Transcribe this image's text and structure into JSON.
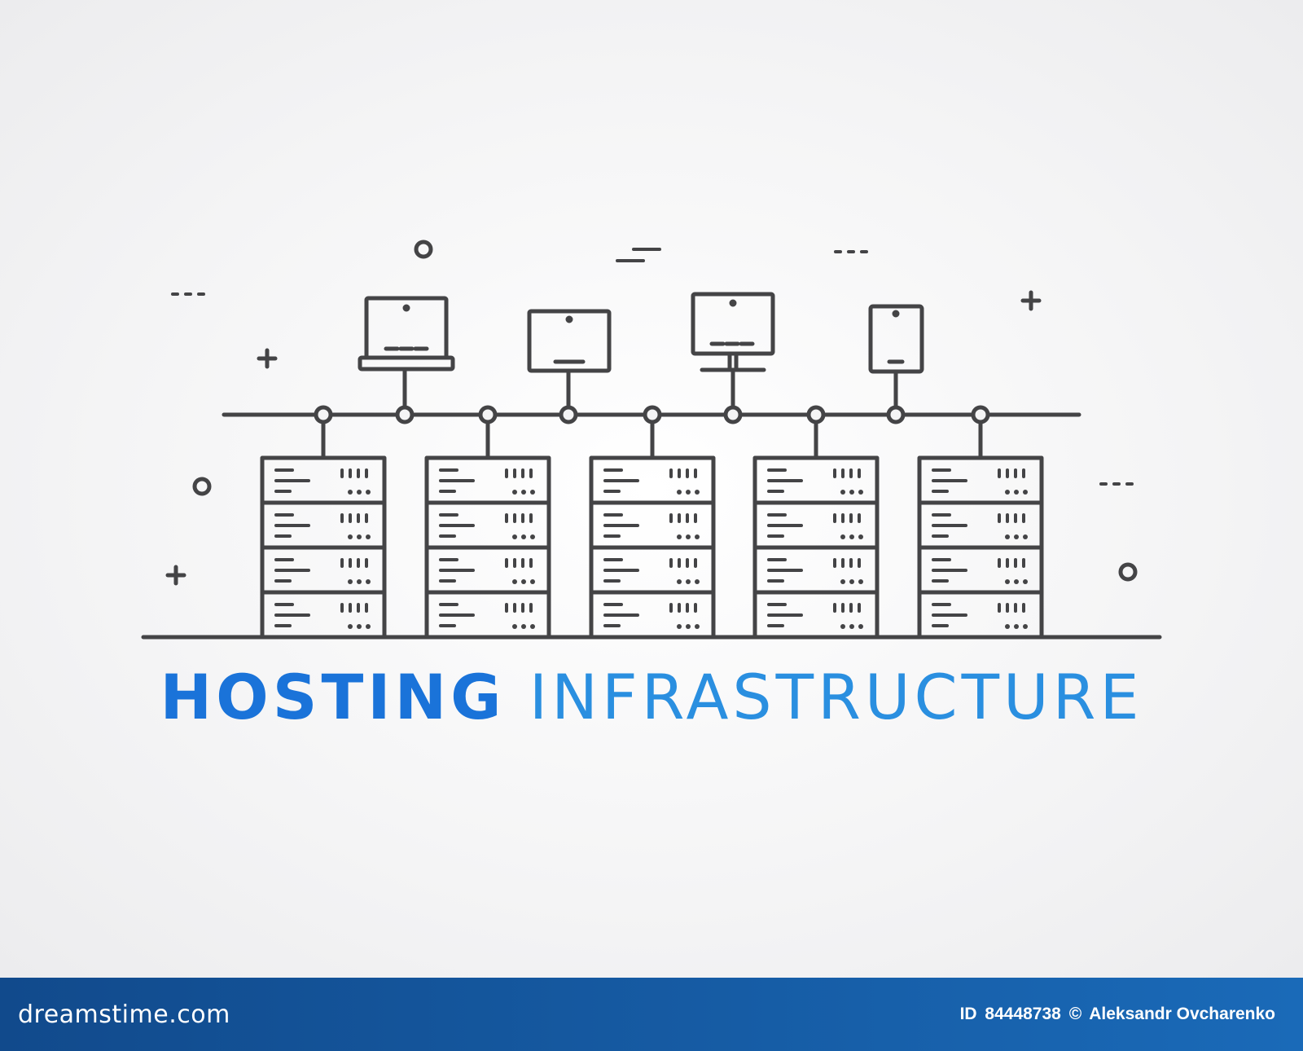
{
  "headline": {
    "word_1": "HOSTING",
    "word_2": "INFRASTRUCTURE"
  },
  "footer": {
    "brand": "dreamstime.com",
    "id_label": "ID",
    "id_number": "84448738",
    "copyright_symbol": "©",
    "author": "Aleksandr Ovcharenko"
  },
  "colors": {
    "line": "#444446",
    "headline_bold": "#1a73d9",
    "headline_light": "#2a8fe0",
    "footer_bg_start": "#114a8c",
    "footer_bg_end": "#1a6ab8"
  },
  "icons": [
    "laptop-icon",
    "monitor-icon",
    "desktop-icon",
    "tablet-icon",
    "server-rack-icon"
  ],
  "device_count": 4,
  "server_rack_count": 5,
  "server_units_per_rack": 4
}
